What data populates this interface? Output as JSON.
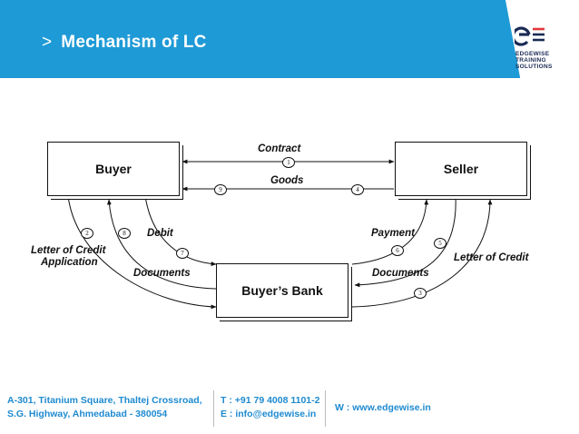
{
  "header": {
    "prefix": ">",
    "title": "Mechanism of LC"
  },
  "logo": {
    "line1": "EDGEWISE",
    "line2": "TRAINING",
    "line3": "SOLUTIONS"
  },
  "diagram": {
    "nodes": {
      "buyer": "Buyer",
      "seller": "Seller",
      "bank": "Buyer’s Bank"
    },
    "labels": {
      "contract": "Contract",
      "goods": "Goods",
      "debit": "Debit",
      "payment": "Payment",
      "loc_application_1": "Letter of Credit",
      "loc_application_2": "Application",
      "letter_of_credit": "Letter of Credit",
      "documents_left": "Documents",
      "documents_right": "Documents"
    },
    "steps": {
      "s1": "1",
      "s2": "2",
      "s3": "3",
      "s4": "4",
      "s5": "5",
      "s6": "6",
      "s7": "7",
      "s8": "8",
      "s9": "9"
    }
  },
  "footer": {
    "address_line1": "A-301, Titanium Square, Thaltej Crossroad,",
    "address_line2": "S.G. Highway, Ahmedabad - 380054",
    "phone": "T : +91 79 4008 1101-2",
    "email": "E : info@edgewise.in",
    "website": "W : www.edgewise.in"
  },
  "colors": {
    "header_bg": "#1e9ad6",
    "footer_text": "#1e8ad0",
    "logo_dark": "#1a2a55",
    "logo_red": "#e0383b"
  }
}
